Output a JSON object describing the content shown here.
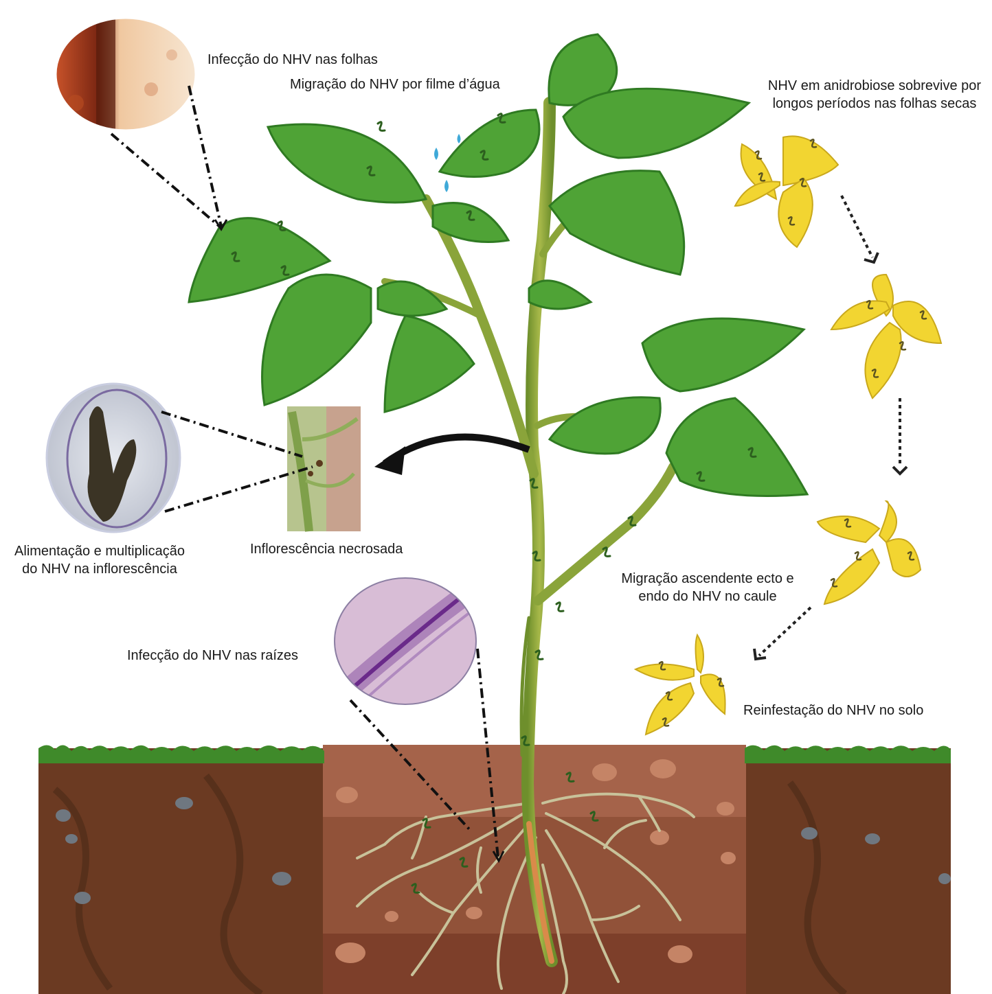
{
  "labels": {
    "leaf_infection": "Infecção do NHV nas folhas",
    "water_migration": "Migração do NHV por filme d’água",
    "anhydrobiosis": [
      "NHV em anidrobiose sobrevive por",
      "longos períodos nas folhas secas"
    ],
    "feeding": [
      "Alimentação e multiplicação",
      "do NHV na inflorescência"
    ],
    "necrotic_inflorescence": "Inflorescência necrosada",
    "stem_migration": [
      "Migração ascendente ecto e",
      "endo do NHV no caule"
    ],
    "root_infection": "Infecção do NHV nas raízes",
    "soil_reinfestation": "Reinfestação do NHV no solo"
  },
  "colors": {
    "leaf_green": "#4fa336",
    "leaf_dark": "#2f7a22",
    "dry_leaf": "#f2d531",
    "soil_dark": "#6b3a22",
    "soil_center": "#9a5a3c",
    "grass": "#3f8a2a",
    "stem": "#8aa43a"
  }
}
